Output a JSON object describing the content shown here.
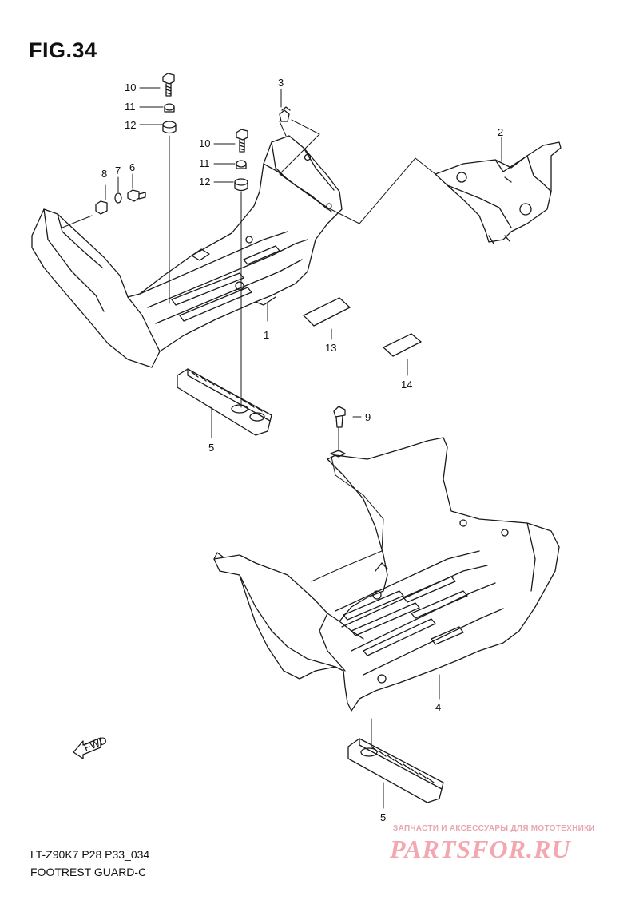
{
  "figure": {
    "title": "FIG.34",
    "model_code": "LT-Z90K7 P28 P33_034",
    "caption": "FOOTREST GUARD-C"
  },
  "callouts": {
    "c1": "1",
    "c2": "2",
    "c3": "3",
    "c4": "4",
    "c5a": "5",
    "c5b": "5",
    "c6": "6",
    "c7": "7",
    "c8": "8",
    "c9": "9",
    "c10a": "10",
    "c10b": "10",
    "c11a": "11",
    "c11b": "11",
    "c12a": "12",
    "c12b": "12",
    "c13": "13",
    "c14": "14"
  },
  "fwd_icon_text": "FWD",
  "watermark": {
    "subtitle": "ЗАПЧАСТИ И АКСЕССУАРЫ ДЛЯ МОТОТЕХНИКИ",
    "brand": "PARTSFOR.RU"
  },
  "colors": {
    "line": "#1a1a1a",
    "watermark": "#f08c98"
  }
}
